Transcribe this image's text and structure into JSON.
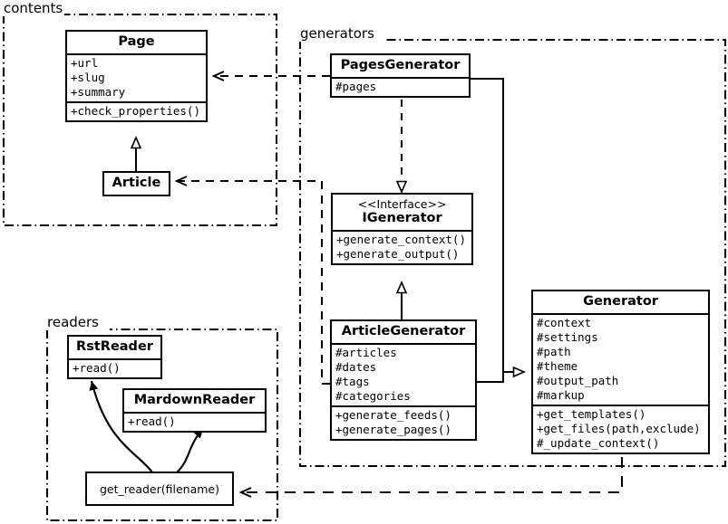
{
  "diagram": {
    "title": "UML class diagram",
    "stroke_color": "#000000",
    "background": "#ffffff"
  },
  "packages": [
    {
      "id": "contents",
      "label": "contents"
    },
    {
      "id": "generators",
      "label": "generators"
    },
    {
      "id": "readers",
      "label": "readers"
    }
  ],
  "classes": {
    "page": {
      "name": "Page",
      "attributes": [
        "+url",
        "+slug",
        "+summary"
      ],
      "methods": [
        "+check_properties()"
      ]
    },
    "article": {
      "name": "Article",
      "attributes": [],
      "methods": []
    },
    "pages_generator": {
      "name": "PagesGenerator",
      "attributes": [
        "#pages"
      ],
      "methods": []
    },
    "igenerator": {
      "stereotype": "<<Interface>>",
      "name": "IGenerator",
      "attributes": [],
      "methods": [
        "+generate_context()",
        "+generate_output()"
      ]
    },
    "article_generator": {
      "name": "ArticleGenerator",
      "attributes": [
        "#articles",
        "#dates",
        "#tags",
        "#categories"
      ],
      "methods": [
        "+generate_feeds()",
        "+generate_pages()"
      ]
    },
    "generator": {
      "name": "Generator",
      "attributes": [
        "#context",
        "#settings",
        "#path",
        "#theme",
        "#output_path",
        "#markup"
      ],
      "methods": [
        "+get_templates()",
        "+get_files(path,exclude)",
        "#_update_context()"
      ]
    },
    "rst_reader": {
      "name": "RstReader",
      "attributes": [],
      "methods": [
        "+read()"
      ]
    },
    "mardown_reader": {
      "name": "MardownReader",
      "attributes": [],
      "methods": [
        "+read()"
      ]
    }
  },
  "functions": {
    "get_reader": {
      "label": "get_reader(filename)"
    }
  },
  "relations": [
    {
      "from": "article",
      "to": "page",
      "type": "generalization"
    },
    {
      "from": "article_generator",
      "to": "igenerator",
      "type": "realization"
    },
    {
      "from": "pages_generator",
      "to": "igenerator",
      "type": "realization"
    },
    {
      "from": "pages_generator",
      "to": "generator",
      "type": "generalization"
    },
    {
      "from": "article_generator",
      "to": "generator",
      "type": "generalization"
    },
    {
      "from": "pages_generator",
      "to": "page",
      "type": "dependency"
    },
    {
      "from": "article_generator",
      "to": "article",
      "type": "dependency"
    },
    {
      "from": "generator",
      "to": "get_reader",
      "type": "dependency"
    },
    {
      "from": "get_reader",
      "to": "rst_reader",
      "type": "usage"
    },
    {
      "from": "get_reader",
      "to": "mardown_reader",
      "type": "usage"
    }
  ]
}
